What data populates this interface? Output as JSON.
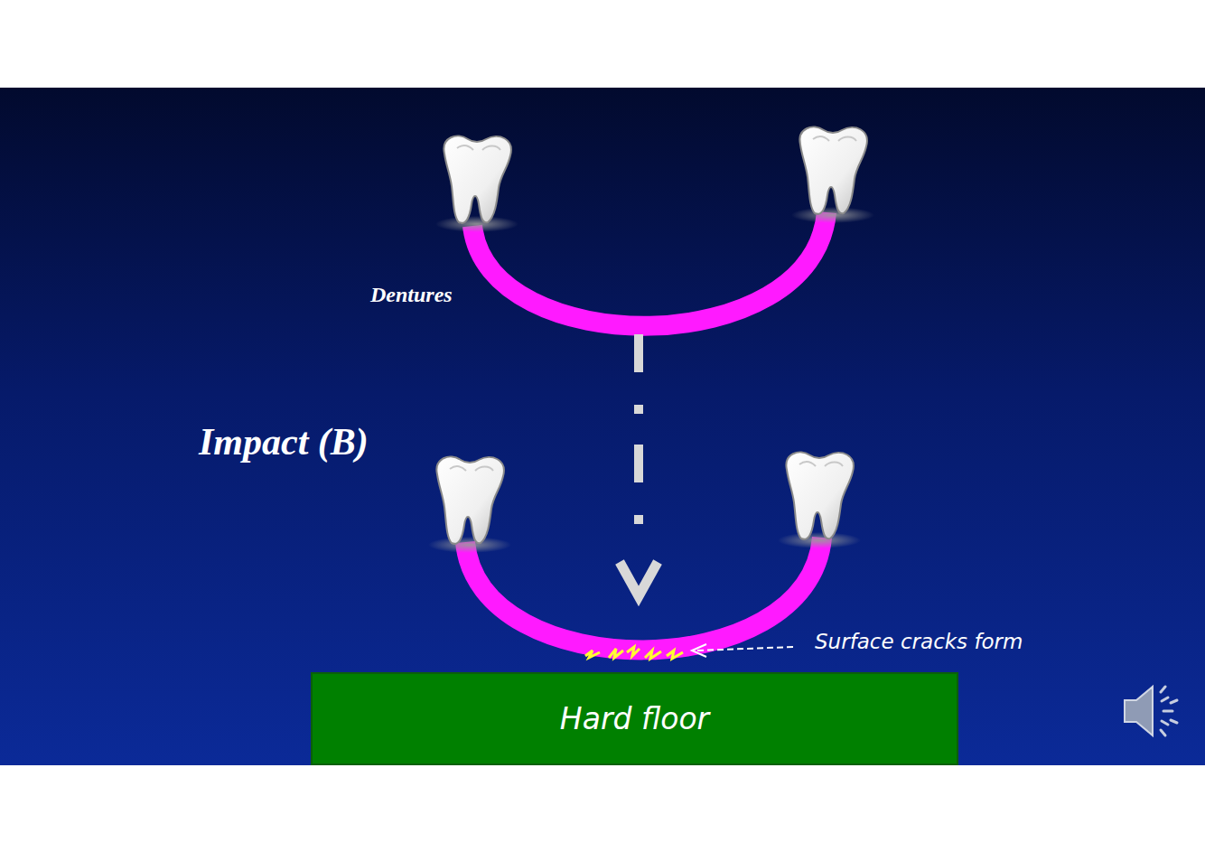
{
  "diagram": {
    "nodes": [
      {
        "text": [
          "Hard floor"
        ]
      }
    ],
    "labels": [
      "Dentures",
      "Impact (B)",
      "Surface cracks form"
    ]
  }
}
